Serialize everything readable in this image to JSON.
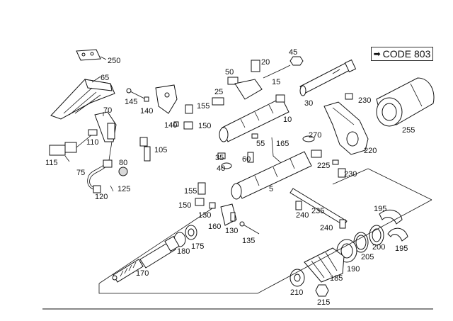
{
  "diagram": {
    "code_label": "CODE 803",
    "callouts": {
      "c250": "250",
      "c65": "65",
      "c70": "70",
      "c110": "110",
      "c115": "115",
      "c75": "75",
      "c120": "120",
      "c80": "80",
      "c125": "125",
      "c145": "145",
      "c140a": "140",
      "c140b": "140",
      "c155a": "155",
      "c150a": "150",
      "c105": "105",
      "c50": "50",
      "c20": "20",
      "c45": "45",
      "c25": "25",
      "c15": "15",
      "c30": "30",
      "c230a": "230",
      "c255": "255",
      "c10": "10",
      "c270": "270",
      "c55": "55",
      "c165": "165",
      "c35": "35",
      "c60": "60",
      "c40": "40",
      "c220": "220",
      "c225": "225",
      "c230b": "230",
      "c5": "5",
      "c155b": "155",
      "c150b": "150",
      "c130a": "130",
      "c160": "160",
      "c130b": "130",
      "c135": "135",
      "c240a": "240",
      "c235": "235",
      "c240b": "240",
      "c195a": "195",
      "c195b": "195",
      "c200": "200",
      "c205": "205",
      "c190": "190",
      "c185": "185",
      "c210": "210",
      "c215": "215",
      "c180": "180",
      "c175": "175",
      "c170": "170"
    }
  }
}
